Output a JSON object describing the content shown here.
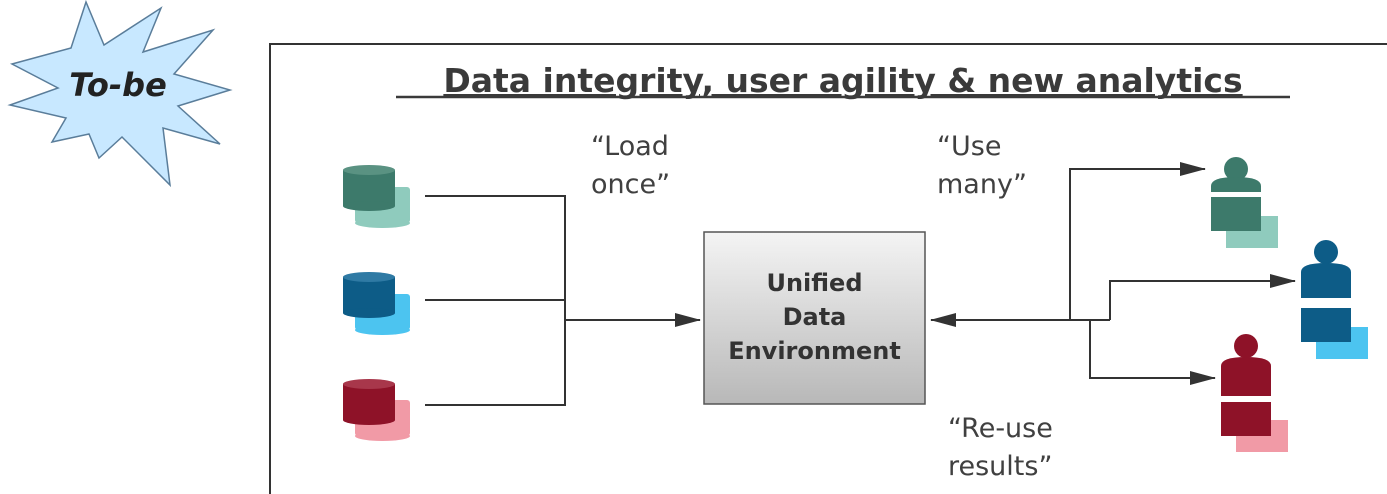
{
  "badge": {
    "label": "To-be"
  },
  "title": "Data integrity, user agility & new analytics",
  "quotes": {
    "load_once": [
      "“Load",
      "once”"
    ],
    "use_many": [
      "“Use",
      "many”"
    ],
    "reuse_results": [
      "“Re-use",
      "results”"
    ]
  },
  "center_box": {
    "lines": [
      "Unified",
      "Data",
      "Environment"
    ]
  },
  "colors": {
    "green_dark": "#3d7a6b",
    "green_light": "#8fcbbd",
    "blue_dark": "#0d5c87",
    "blue_light": "#4cc4f0",
    "red_dark": "#8e1228",
    "red_light": "#f19aa6",
    "box_grad_top": "#f3f3f3",
    "box_grad_bottom": "#b9b9b9"
  },
  "icons": {
    "sources": [
      "database-green-icon",
      "database-blue-icon",
      "database-red-icon"
    ],
    "users": [
      "user-green-icon",
      "user-blue-icon",
      "user-red-icon"
    ]
  }
}
